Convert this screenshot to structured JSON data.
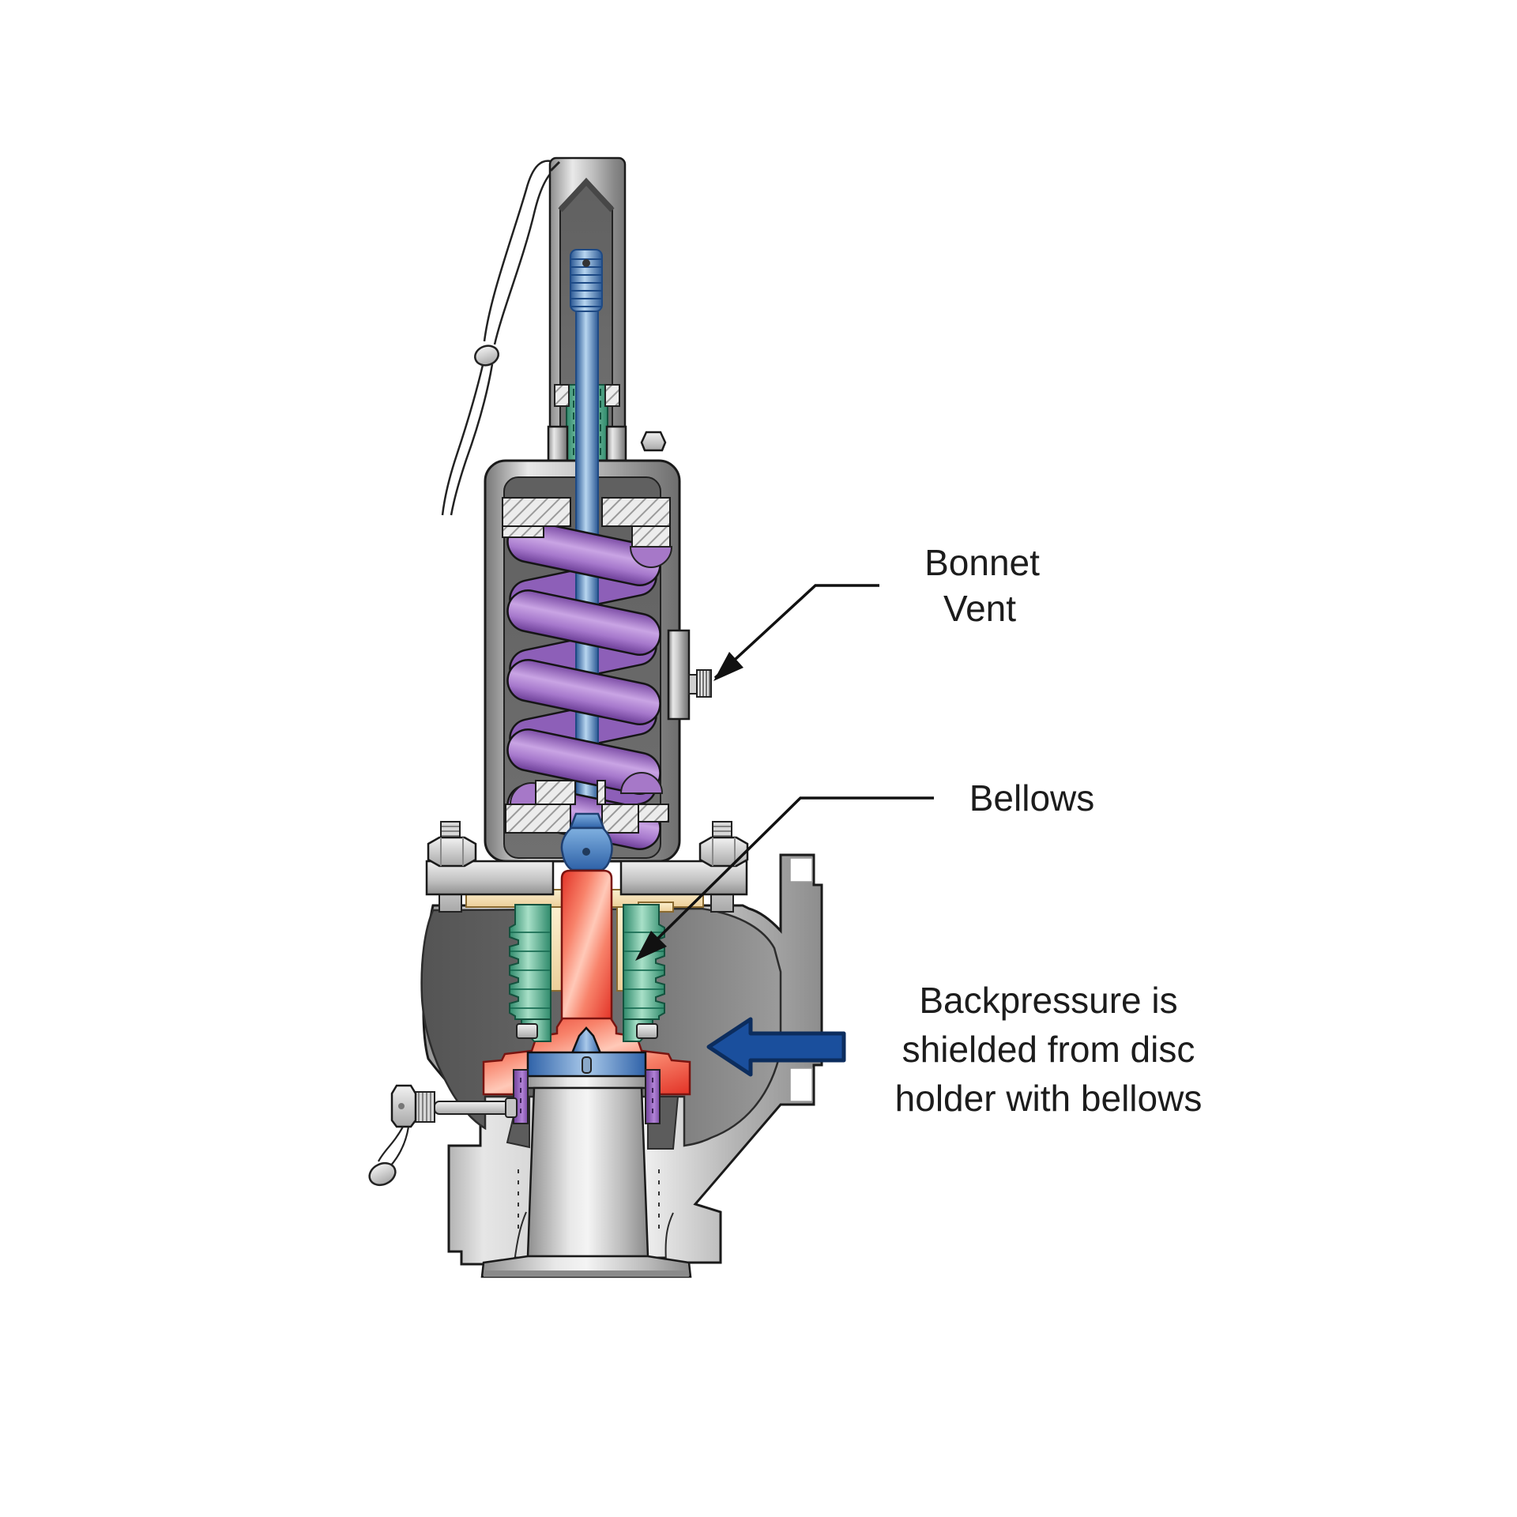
{
  "diagram": {
    "subject": "bellows-type pressure relief safety valve cross-section",
    "labels": {
      "bonnet_vent": {
        "line1": "Bonnet",
        "line2": "Vent"
      },
      "bellows": {
        "label": "Bellows"
      },
      "backpressure": {
        "lines": [
          "Backpressure is",
          "shielded from disc",
          "holder with bellows"
        ]
      }
    },
    "icons": {
      "flow_arrow": "left-pointing flow arrow",
      "leader_arrowheads": "solid black pointer arrowheads"
    },
    "colors": {
      "spring_purple": "#a97fd0",
      "bellows_green": "#5cb99c",
      "spindle_blue": "#4a7fc1",
      "disc_holder_red": "#ee4433",
      "guide_cream": "#f5ddae",
      "flow_arrow_blue": "#1a4f9d",
      "body_gray": "#c6c6c6",
      "text_color": "#1c1c1c"
    }
  }
}
